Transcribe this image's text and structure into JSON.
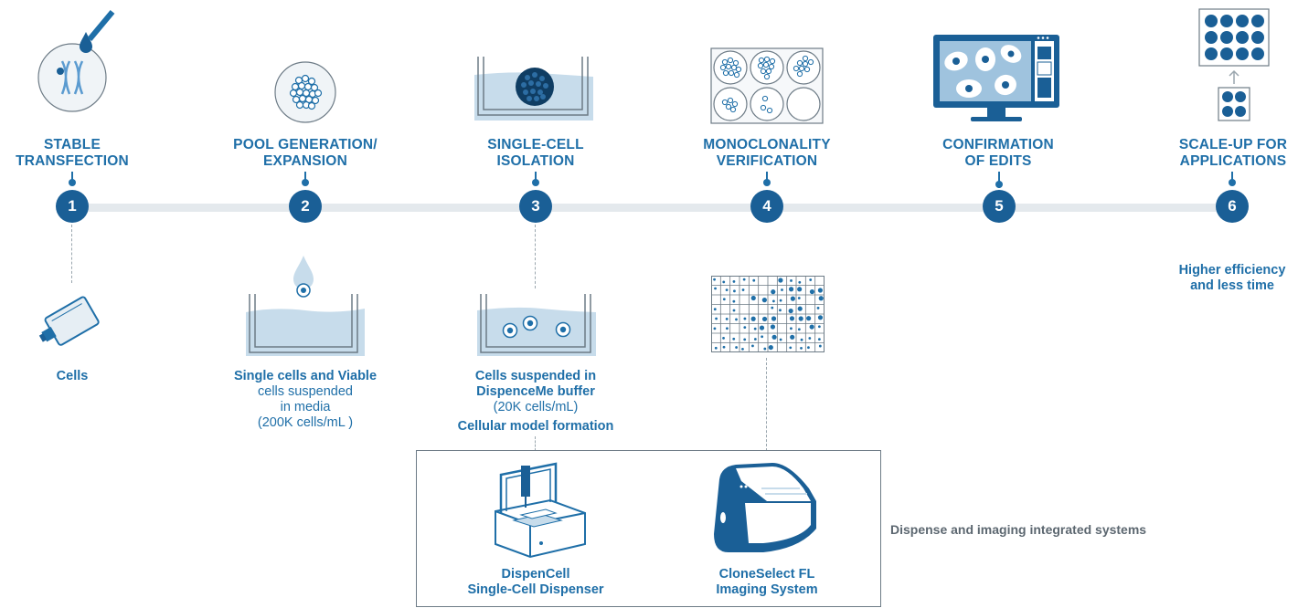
{
  "steps": [
    {
      "number": "1",
      "title_line1": "STABLE",
      "title_line2": "TRANSFECTION"
    },
    {
      "number": "2",
      "title_line1": "POOL GENERATION/",
      "title_line2": "EXPANSION"
    },
    {
      "number": "3",
      "title_line1": "SINGLE-CELL",
      "title_line2": "ISOLATION"
    },
    {
      "number": "4",
      "title_line1": "MONOCLONALITY",
      "title_line2": "VERIFICATION"
    },
    {
      "number": "5",
      "title_line1": "CONFIRMATION",
      "title_line2": "OF EDITS"
    },
    {
      "number": "6",
      "title_line1": "SCALE-UP FOR",
      "title_line2": "APPLICATIONS"
    }
  ],
  "captions": {
    "step1": {
      "line1": "Cells"
    },
    "step2": {
      "bold": "Single cells and Viable",
      "line2": "cells suspended",
      "line3": "in media",
      "line4": "(200K cells/mL )"
    },
    "step3": {
      "bold1": "Cells suspended in",
      "bold2": "DispenceMe buffer",
      "line3": "(20K cells/mL)",
      "bold4": "Cellular model formation"
    },
    "step6": {
      "line1": "Higher efficiency",
      "line2": "and less time"
    }
  },
  "instruments": {
    "dispencell": {
      "line1": "DispenCell",
      "line2": "Single-Cell Dispenser"
    },
    "cloneselect": {
      "line1": "CloneSelect FL",
      "line2": "Imaging System"
    },
    "integrated_label": "Dispense and imaging integrated systems"
  },
  "colors": {
    "primary": "#1f6fa8",
    "dark": "#1a5f96",
    "light_blue": "#c7dceb",
    "timeline": "#e4e9ed"
  }
}
